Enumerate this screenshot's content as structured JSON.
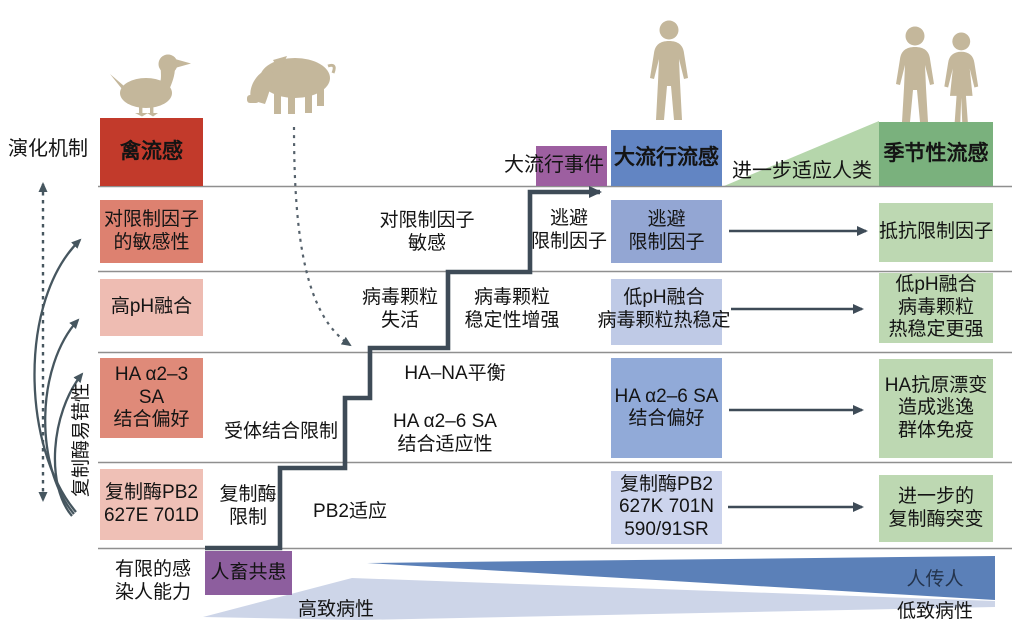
{
  "header": {
    "mechanism_title": "演化机制",
    "avian_label": "禽流感",
    "pandemic_event_label": "大流行事件",
    "pandemic_label": "大流行流感",
    "seasonal_label": "季节性流感",
    "adaptation_label": "进一步适应人类"
  },
  "left_axis": {
    "error_prone_label": "复制酶易错性"
  },
  "rows": {
    "restriction": {
      "avian": "对限制因子\n的敏感性",
      "transition": "对限制因子\n敏感",
      "escape_step": "逃避\n限制因子",
      "pandemic": "逃避\n限制因子",
      "seasonal": "抵抗限制因子"
    },
    "ph_fusion": {
      "avian": "高pH融合",
      "inactivation": "病毒颗粒\n失活",
      "stability": "病毒颗粒\n稳定性增强",
      "pandemic": "低pH融合\n病毒颗粒热稳定",
      "seasonal": "低pH融合\n病毒颗粒\n热稳定更强"
    },
    "receptor": {
      "avian": "HA α2–3 SA\n结合偏好",
      "restriction": "受体结合限制",
      "balance": "HA–NA平衡",
      "adaptation": "HA α2–6 SA\n结合适应性",
      "pandemic": "HA α2–6 SA\n结合偏好",
      "seasonal": "HA抗原漂变\n造成逃逸\n群体免疫"
    },
    "polymerase": {
      "avian": "复制酶PB2\n627E 701D",
      "restriction": "复制酶\n限制",
      "adaptation": "PB2适应",
      "pandemic": "复制酶PB2\n627K 701N\n590/91SR",
      "seasonal": "进一步的\n复制酶突变"
    }
  },
  "footer": {
    "limited_label": "有限的感\n染人能力",
    "zoonotic_label": "人畜共患",
    "high_path_label": "高致病性",
    "h2h_label": "人传人",
    "low_path_label": "低致病性"
  },
  "colors": {
    "avian_header": "#c23a2b",
    "avian_row_dark": "#dd8170",
    "avian_row_light": "#eebcb2",
    "pandemic_event_purple": "#9d5fa0",
    "zoonotic_purple": "#8d5e9e",
    "pandemic_header_blue": "#6285c3",
    "pandemic_row_blue_dark": "#93a6d3",
    "pandemic_row_blue_light": "#ccd4ed",
    "seasonal_header_green": "#7ab17d",
    "seasonal_row_green": "#bdd8b2",
    "adaptation_triangle_green": "#b5d6ab",
    "high_path_wedge": "#cdd5e8",
    "h2h_wedge": "#5b80b8",
    "silhouette_tan": "#c4b79b",
    "line_dark": "#3e4b57",
    "separator_gray": "#8f8f8f"
  }
}
